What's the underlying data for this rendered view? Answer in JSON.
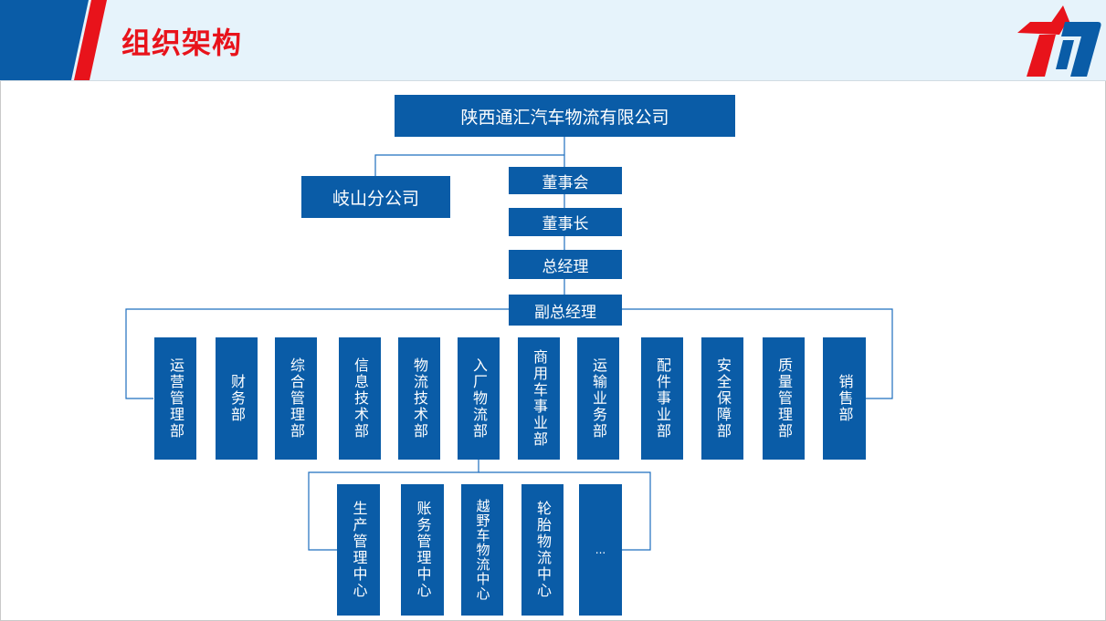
{
  "header": {
    "title": "组织架构",
    "logo_icon": "tongyi-logo-icon"
  },
  "colors": {
    "box_fill": "#0a5ca7",
    "title_red": "#e8131b",
    "header_bg": "#e6f3fb",
    "connector": "#1f6fbf"
  },
  "org": {
    "company": "陕西通汇汽车物流有限公司",
    "branch": "岐山分公司",
    "board": "董事会",
    "chairman": "董事长",
    "general_manager": "总经理",
    "deputy_general_manager": "副总经理",
    "departments": [
      "运营管理部",
      "财务部",
      "综合管理部",
      "信息技术部",
      "物流技术部",
      "入厂物流部",
      "商用车事业部",
      "运输业务部",
      "配件事业部",
      "安全保障部",
      "质量管理部",
      "销售部"
    ],
    "centers": [
      "生产管理中心",
      "账务管理中心",
      "越野车物流中心",
      "轮胎物流中心",
      "..."
    ]
  }
}
